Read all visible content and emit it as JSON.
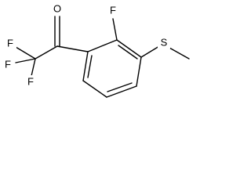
{
  "molecule": {
    "atoms": {
      "oxygen": "O",
      "fluorine_ring": "F",
      "sulfur": "S",
      "fluorine_1": "F",
      "fluorine_2": "F",
      "fluorine_3": "F"
    },
    "colors": {
      "bond": "#000000",
      "label": "#000000",
      "background": "#ffffff"
    }
  }
}
